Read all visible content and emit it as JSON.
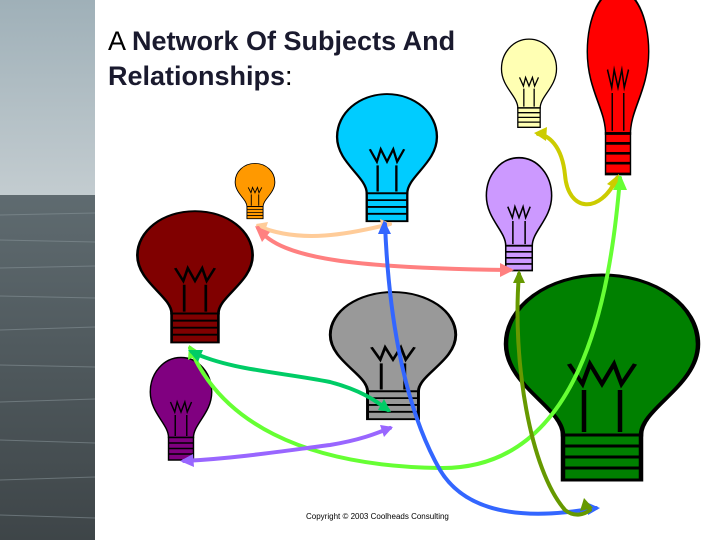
{
  "title": {
    "prefix": "A ",
    "emphasis_line1": "Network Of Subjects And",
    "emphasis_line2": "Relationships",
    "suffix": ":"
  },
  "copyright": "Copyright © 2003 Coolheads Consulting",
  "bulbs": [
    {
      "id": "pale-yellow",
      "color": "#ffffb3"
    },
    {
      "id": "red",
      "color": "#ff0000"
    },
    {
      "id": "cyan",
      "color": "#00ccff"
    },
    {
      "id": "orange",
      "color": "#ff9900"
    },
    {
      "id": "lavender",
      "color": "#cc99ff"
    },
    {
      "id": "maroon",
      "color": "#800000"
    },
    {
      "id": "gray",
      "color": "#999999"
    },
    {
      "id": "green",
      "color": "#008000"
    },
    {
      "id": "purple",
      "color": "#800080"
    }
  ],
  "arrows": [
    {
      "id": "peach-orange-cyan",
      "color": "#ffcc99"
    },
    {
      "id": "pink-maroon-lavender",
      "color": "#ff8080"
    },
    {
      "id": "yellowgreen-red-yellow",
      "color": "#cccc00"
    },
    {
      "id": "lime-red-maroon",
      "color": "#66ff33"
    },
    {
      "id": "blue-cyan-green",
      "color": "#3366ff"
    },
    {
      "id": "olive-lavender-green",
      "color": "#669900"
    },
    {
      "id": "emerald-maroon-gray",
      "color": "#00cc66"
    },
    {
      "id": "violet-purple-gray",
      "color": "#9966ff"
    }
  ]
}
